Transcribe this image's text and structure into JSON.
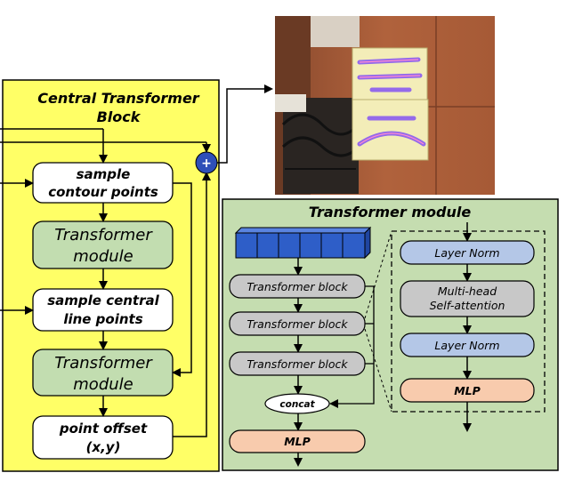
{
  "left_panel": {
    "title_line1": "Central Transformer",
    "title_line2": "Block",
    "steps": [
      {
        "lines": [
          "sample",
          "contour points"
        ]
      },
      {
        "lines": [
          "Transformer",
          "module"
        ]
      },
      {
        "lines": [
          "sample central",
          "line points"
        ]
      },
      {
        "lines": [
          "Transformer",
          "module"
        ]
      },
      {
        "lines": [
          "point offset",
          "(x,y)"
        ]
      }
    ],
    "sum_symbol": "+"
  },
  "right_panel": {
    "title": "Transformer module",
    "blocks": [
      "Transformer block",
      "Transformer block",
      "Transformer block"
    ],
    "concat_label": "concat",
    "mlp_label": "MLP",
    "detail_blocks": [
      "Layer Norm",
      "Multi-head",
      "Self-attention",
      "Layer Norm",
      "MLP"
    ]
  },
  "colors": {
    "yellow_panel": "#FFFF66",
    "green_panel": "#C5DDB0",
    "green_box": "#C2DDB0",
    "gray_box": "#C8C8C8",
    "blue_box": "#B4C7E7",
    "salmon_box": "#F8CBAD",
    "token_blue": "#2E5EC8",
    "sum_circle": "#2E4FB8"
  },
  "photo": {
    "description_icon": "building-sign-photo"
  }
}
